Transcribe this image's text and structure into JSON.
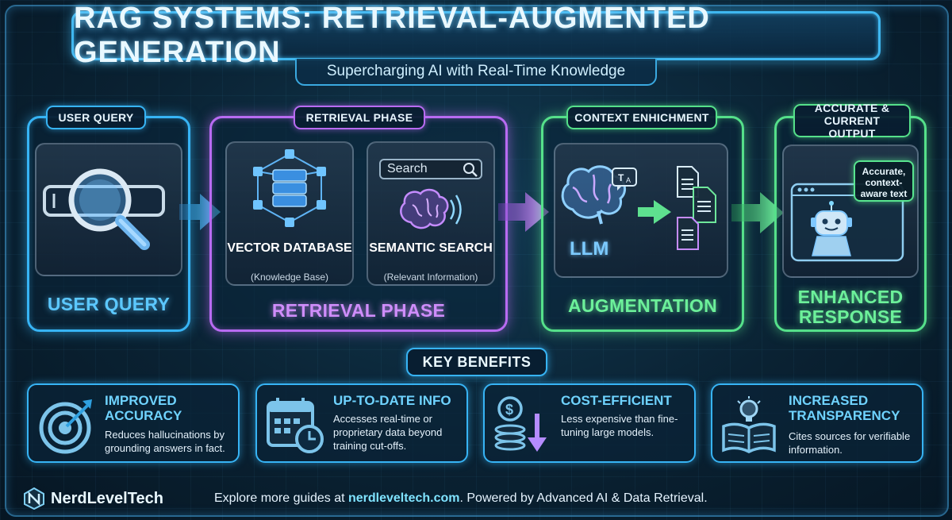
{
  "header": {
    "title": "RAG SYSTEMS: RETRIEVAL-AUGMENTED GENERATION",
    "subtitle": "Supercharging AI with Real-Time Knowledge"
  },
  "flow": {
    "user_query": {
      "tag": "USER QUERY",
      "label": "USER QUERY"
    },
    "retrieval": {
      "tag": "RETRIEVAL PHASE",
      "label": "RETRIEVAL PHASE",
      "vector_db": {
        "title": "VECTOR DATABASE",
        "subtitle": "(Knowledge Base)"
      },
      "semantic": {
        "title": "SEMANTIC SEARCH",
        "subtitle": "(Relevant Information)",
        "search_placeholder": "Search"
      }
    },
    "augmentation": {
      "tag": "CONTEXT ENHICHMENT",
      "label": "AUGMENTATION",
      "llm_label": "LLM"
    },
    "output": {
      "tag": "ACCURATE & CURRENT OUTPUT",
      "label": "ENHANCED RESPONSE",
      "bubble_text": "Accurate, context-aware text"
    }
  },
  "benefits": {
    "heading": "KEY BENEFITS",
    "items": [
      {
        "title": "IMPROVED ACCURACY",
        "desc": "Reduces hallucinations by grounding answers in fact.",
        "icon": "target-icon"
      },
      {
        "title": "UP-TO-DATE INFO",
        "desc": "Accesses real-time or proprietary data beyond training cut-offs.",
        "icon": "calendar-clock-icon"
      },
      {
        "title": "COST-EFFICIENT",
        "desc": "Less expensive than fine-tuning large models.",
        "icon": "coins-icon"
      },
      {
        "title": "INCREASED TRANSPARENCY",
        "desc": "Cites sources for verifiable information.",
        "icon": "book-bulb-icon"
      }
    ]
  },
  "footer": {
    "brand": "NerdLevelTech",
    "text_prefix": "Explore more guides at ",
    "link": "nerdleveltech.com",
    "text_suffix": ". Powered by Advanced AI & Data Retrieval."
  },
  "colors": {
    "blue": "#37b4f5",
    "purple": "#b86bf2",
    "green": "#55e08a"
  }
}
